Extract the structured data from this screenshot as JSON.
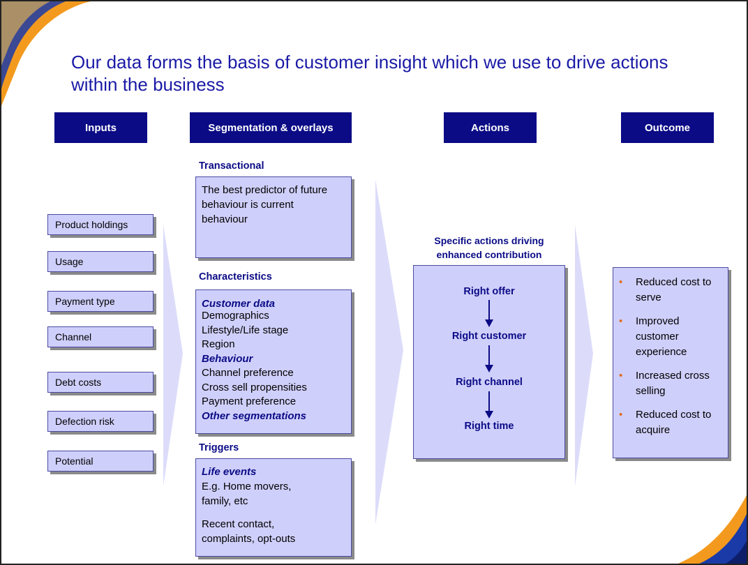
{
  "title": "Our data forms the basis of customer insight which we use to drive actions within the business",
  "headers": {
    "inputs": "Inputs",
    "segmentation": "Segmentation & overlays",
    "actions": "Actions",
    "outcome": "Outcome"
  },
  "inputs": [
    "Product holdings",
    "Usage",
    "Payment type",
    "Channel",
    "Debt costs",
    "Defection risk",
    "Potential"
  ],
  "transactional": {
    "label": "Transactional",
    "text": [
      "The best predictor of future",
      "behaviour is current",
      "behaviour"
    ]
  },
  "characteristics": {
    "label": "Characteristics",
    "customer_data": "Customer data",
    "customer_items": [
      "Demographics",
      "Lifestyle/Life stage",
      "Region"
    ],
    "behaviour": "Behaviour",
    "behaviour_items": [
      "Channel preference",
      "Cross sell propensities",
      "Payment preference"
    ],
    "other": "Other segmentations"
  },
  "triggers": {
    "label": "Triggers",
    "life_events": "Life events",
    "items_1": [
      "E.g. Home movers,",
      "family, etc"
    ],
    "items_2": [
      "Recent contact,",
      "complaints, opt-outs"
    ]
  },
  "actions": {
    "heading_1": "Specific actions driving",
    "heading_2": "enhanced contribution",
    "steps": [
      "Right offer",
      "Right customer",
      "Right channel",
      "Right time"
    ]
  },
  "outcomes": {
    "bullet": "•",
    "items": [
      [
        "Reduced cost to",
        "serve"
      ],
      [
        "Improved",
        "customer",
        "experience"
      ],
      [
        "Increased cross",
        "selling"
      ],
      [
        "Reduced cost to",
        "acquire"
      ]
    ]
  },
  "colors": {
    "header_bg": "#0b0b86",
    "box_fill": "#cfcffb",
    "arrow_fill": "#dcdcfa",
    "title_color": "#1a1aa6",
    "bullet_color": "#e06c1c",
    "swoosh_orange": "#f39a1e",
    "swoosh_blue": "#1a3aa8"
  }
}
